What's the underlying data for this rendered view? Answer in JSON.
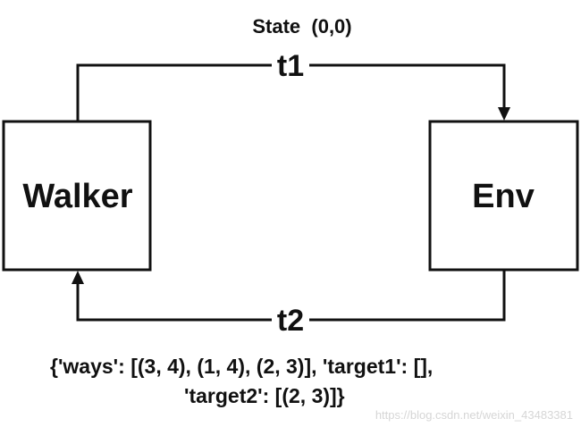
{
  "state": {
    "label": "State  (0,0)"
  },
  "nodes": {
    "walker": "Walker",
    "env": "Env"
  },
  "edges": {
    "top": "t1",
    "bottom": "t2"
  },
  "result": {
    "line1": "{'ways': [(3, 4), (1, 4), (2, 3)], 'target1': [],",
    "line2": "'target2': [(2, 3)]}"
  },
  "watermark": {
    "text": "https://blog.csdn.net/weixin_43483381"
  }
}
